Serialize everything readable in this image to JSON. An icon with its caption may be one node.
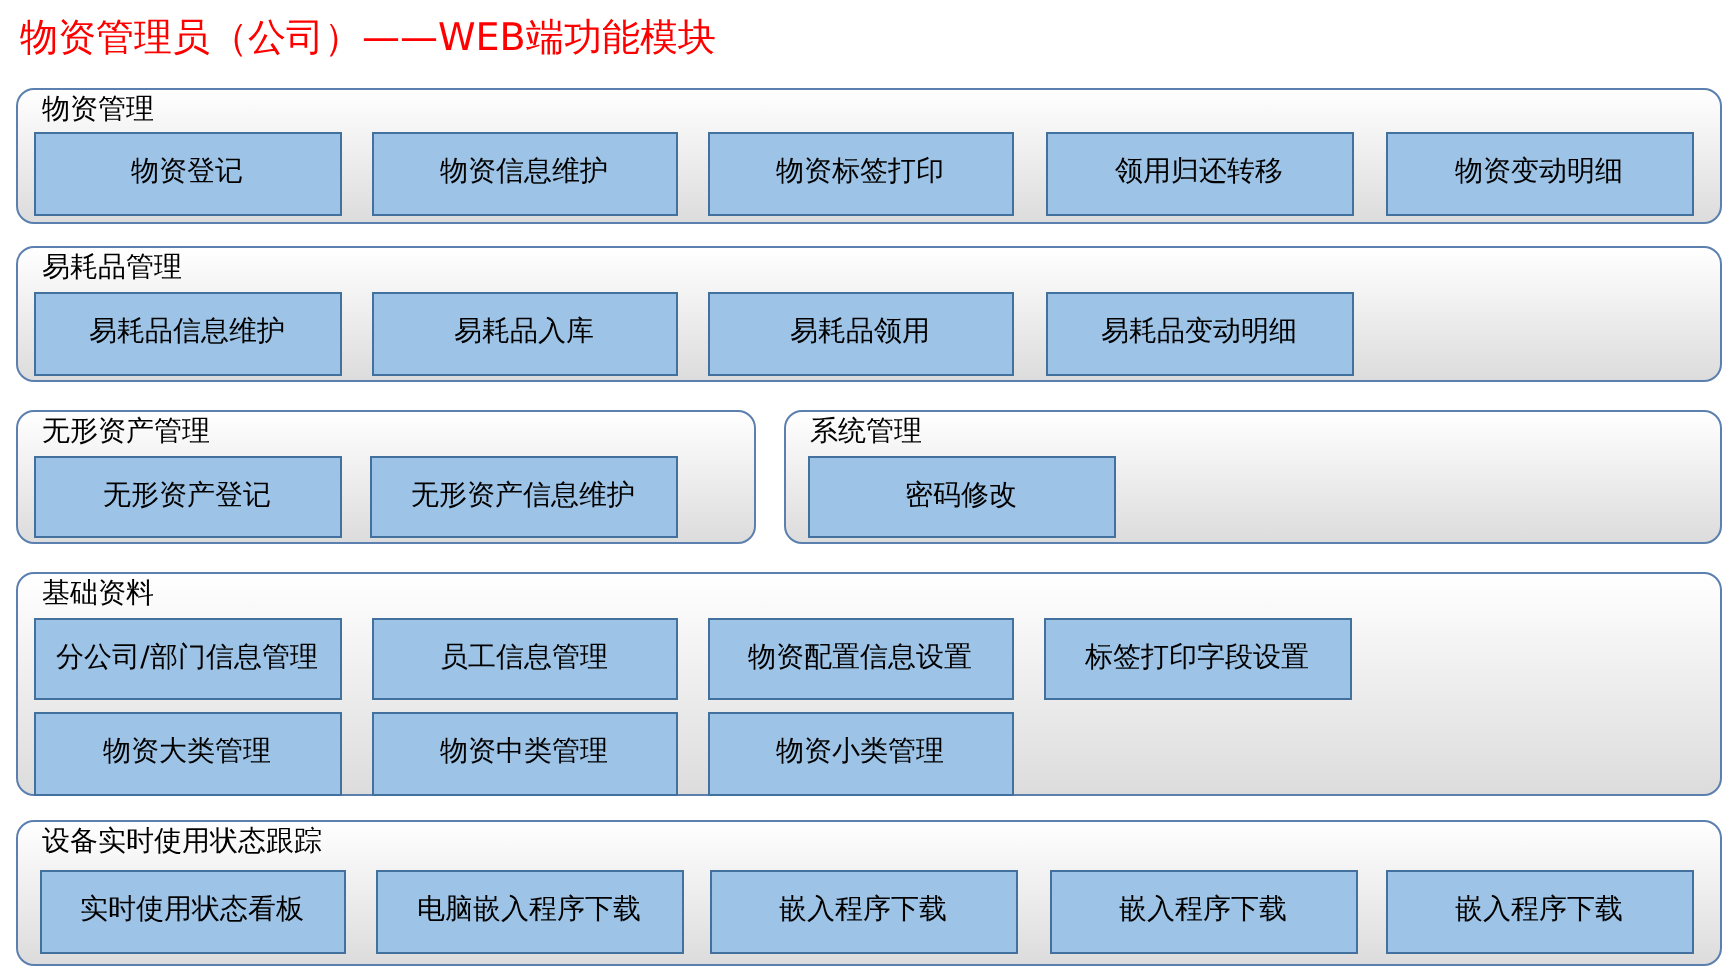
{
  "diagram": {
    "title": "物资管理员（公司）——WEB端功能模块",
    "nodes": [
      {
        "text": [
          "物资管理"
        ]
      },
      {
        "text": [
          "物资登记"
        ],
        "in": 0
      },
      {
        "text": [
          "物资信息维护"
        ],
        "in": 0
      },
      {
        "text": [
          "物资标签打印"
        ],
        "in": 0
      },
      {
        "text": [
          "领用归还转移"
        ],
        "in": 0
      },
      {
        "text": [
          "物资变动明细"
        ],
        "in": 0
      },
      {
        "text": [
          "易耗品管理"
        ]
      },
      {
        "text": [
          "易耗品信息维护"
        ],
        "in": 6
      },
      {
        "text": [
          "易耗品入库"
        ],
        "in": 6
      },
      {
        "text": [
          "易耗品领用"
        ],
        "in": 6
      },
      {
        "text": [
          "易耗品变动明细"
        ],
        "in": 6
      },
      {
        "text": [
          "无形资产管理"
        ]
      },
      {
        "text": [
          "无形资产登记"
        ],
        "in": 11
      },
      {
        "text": [
          "无形资产信息维护"
        ],
        "in": 11
      },
      {
        "text": [
          "系统管理"
        ]
      },
      {
        "text": [
          "密码修改"
        ],
        "in": 14
      },
      {
        "text": [
          "基础资料"
        ]
      },
      {
        "text": [
          "分公司/部门信息管理"
        ],
        "in": 16
      },
      {
        "text": [
          "员工信息管理"
        ],
        "in": 16
      },
      {
        "text": [
          "物资配置信息设置"
        ],
        "in": 16
      },
      {
        "text": [
          "标签打印字段设置"
        ],
        "in": 16
      },
      {
        "text": [
          "物资大类管理"
        ],
        "in": 16
      },
      {
        "text": [
          "物资中类管理"
        ],
        "in": 16
      },
      {
        "text": [
          "物资小类管理"
        ],
        "in": 16
      },
      {
        "text": [
          "设备实时使用状态跟踪"
        ]
      },
      {
        "text": [
          "实时使用状态看板"
        ],
        "in": 24
      },
      {
        "text": [
          "电脑嵌入程序下载"
        ],
        "in": 24
      },
      {
        "text": [
          "嵌入程序下载"
        ],
        "in": 24
      },
      {
        "text": [
          "嵌入程序下载"
        ],
        "in": 24
      },
      {
        "text": [
          "嵌入程序下载"
        ],
        "in": 24
      }
    ],
    "edges": []
  }
}
